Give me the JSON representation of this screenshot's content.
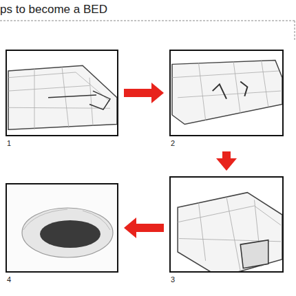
{
  "diagram": {
    "title": "ps to become a BED",
    "nodes": [
      {
        "text": [
          "1"
        ]
      },
      {
        "text": [
          "2"
        ]
      },
      {
        "text": [
          "3"
        ]
      },
      {
        "text": [
          "4"
        ]
      }
    ],
    "edges": [
      {
        "from": 0,
        "to": 1,
        "arrow": "to"
      },
      {
        "from": 1,
        "to": 2,
        "arrow": "to"
      },
      {
        "from": 2,
        "to": 3,
        "arrow": "to"
      }
    ]
  }
}
